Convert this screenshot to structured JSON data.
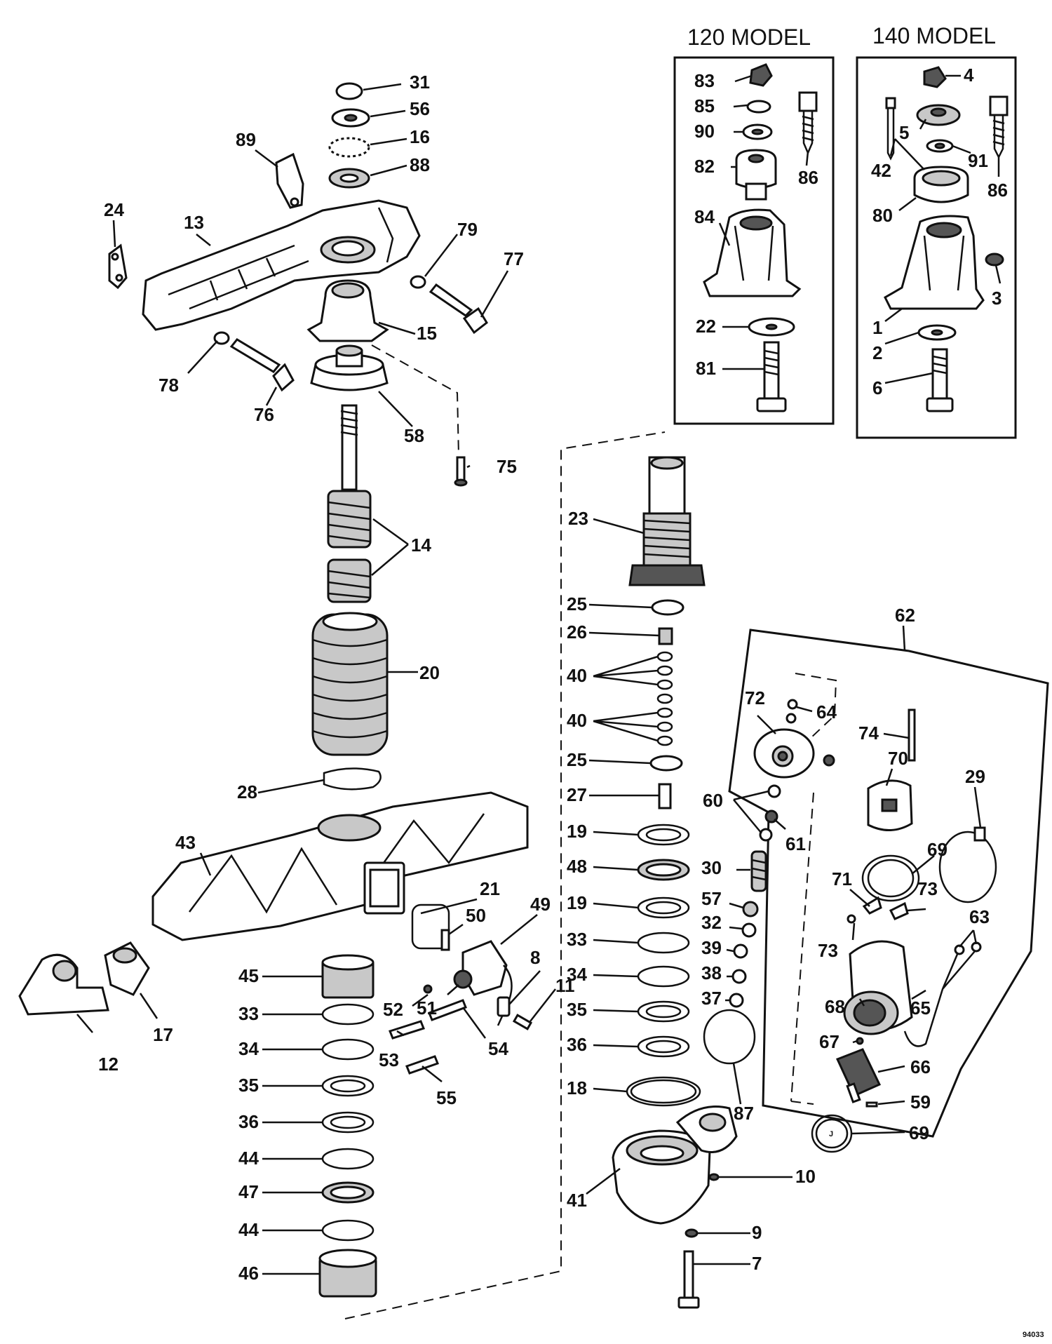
{
  "headers": {
    "model_120": "120 MODEL",
    "model_140": "140 MODEL"
  },
  "footer_code": "94033",
  "callouts": {
    "c31": "31",
    "c56": "56",
    "c16": "16",
    "c88": "88",
    "c89": "89",
    "c24": "24",
    "c13": "13",
    "c79": "79",
    "c77": "77",
    "c15": "15",
    "c78": "78",
    "c76": "76",
    "c58": "58",
    "c75": "75",
    "c14": "14",
    "c20": "20",
    "c28": "28",
    "c43": "43",
    "c21": "21",
    "c50": "50",
    "c49": "49",
    "c45": "45",
    "c52": "52",
    "c51": "51",
    "c8": "8",
    "c11": "11",
    "c12": "12",
    "c17": "17",
    "c33": "33",
    "c34": "34",
    "c35": "35",
    "c36": "36",
    "c44a": "44",
    "c47": "47",
    "c44b": "44",
    "c46": "46",
    "c53": "53",
    "c54": "54",
    "c55": "55",
    "c83": "83",
    "c85": "85",
    "c90": "90",
    "c82": "82",
    "c84": "84",
    "c86a": "86",
    "c22": "22",
    "c81": "81",
    "c4": "4",
    "c42": "42",
    "c5": "5",
    "c91": "91",
    "c86b": "86",
    "c80": "80",
    "c3": "3",
    "c1": "1",
    "c2": "2",
    "c6": "6",
    "c23": "23",
    "c25a": "25",
    "c26": "26",
    "c40a": "40",
    "c40b": "40",
    "c25b": "25",
    "c27": "27",
    "c19a": "19",
    "c48": "48",
    "c19b": "19",
    "c33b": "33",
    "c34b": "34",
    "c35b": "35",
    "c36b": "36",
    "c18": "18",
    "c41": "41",
    "c10": "10",
    "c9": "9",
    "c7": "7",
    "c87": "87",
    "c62": "62",
    "c72": "72",
    "c64": "64",
    "c74": "74",
    "c70": "70",
    "c29": "29",
    "c60": "60",
    "c61": "61",
    "c69a": "69",
    "c30": "30",
    "c57": "57",
    "c32": "32",
    "c39": "39",
    "c38": "38",
    "c37": "37",
    "c71": "71",
    "c73a": "73",
    "c73b": "73",
    "c63": "63",
    "c68": "68",
    "c65": "65",
    "c67": "67",
    "c66": "66",
    "c59": "59",
    "c69b": "69"
  }
}
